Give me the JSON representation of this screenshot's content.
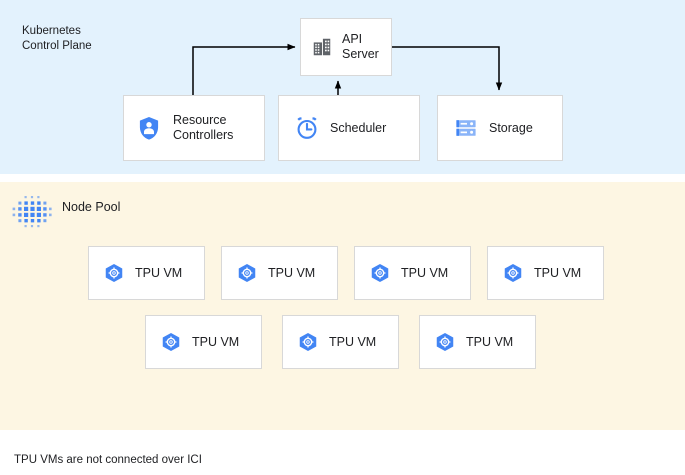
{
  "colors": {
    "control_plane_bg": "#e3f2fd",
    "node_pool_bg": "#fdf6e3",
    "accent_blue": "#4285f4",
    "box_bg": "#ffffff",
    "box_border": "#d8d8d8",
    "text": "#202124",
    "connector": "#000000",
    "api_icon_gray": "#5f6368"
  },
  "control_plane": {
    "title": "Kubernetes\nControl Plane",
    "boxes": [
      {
        "id": "api-server",
        "label": "API\nServer",
        "icon": "building-icon"
      },
      {
        "id": "resource-controllers",
        "label": "Resource\nControllers",
        "icon": "shield-user-icon"
      },
      {
        "id": "scheduler",
        "label": "Scheduler",
        "icon": "alarm-clock-icon"
      },
      {
        "id": "storage",
        "label": "Storage",
        "icon": "server-rack-icon"
      }
    ],
    "connectors": [
      {
        "from": "resource-controllers",
        "to": "api-server",
        "direction": "up-right"
      },
      {
        "from": "scheduler",
        "to": "api-server",
        "direction": "up"
      },
      {
        "from": "api-server",
        "to": "storage",
        "direction": "right-down"
      }
    ]
  },
  "node_pool": {
    "title": "Node Pool",
    "icon": "node-pool-dots-icon",
    "vm_label": "TPU VM",
    "vm_icon": "tpu-hexagon-gear-icon",
    "rows": [
      {
        "count": 4,
        "labels": [
          "TPU VM",
          "TPU VM",
          "TPU VM",
          "TPU VM"
        ]
      },
      {
        "count": 3,
        "labels": [
          "TPU VM",
          "TPU VM",
          "TPU VM"
        ]
      }
    ]
  },
  "caption": "TPU VMs are not connected over ICI"
}
